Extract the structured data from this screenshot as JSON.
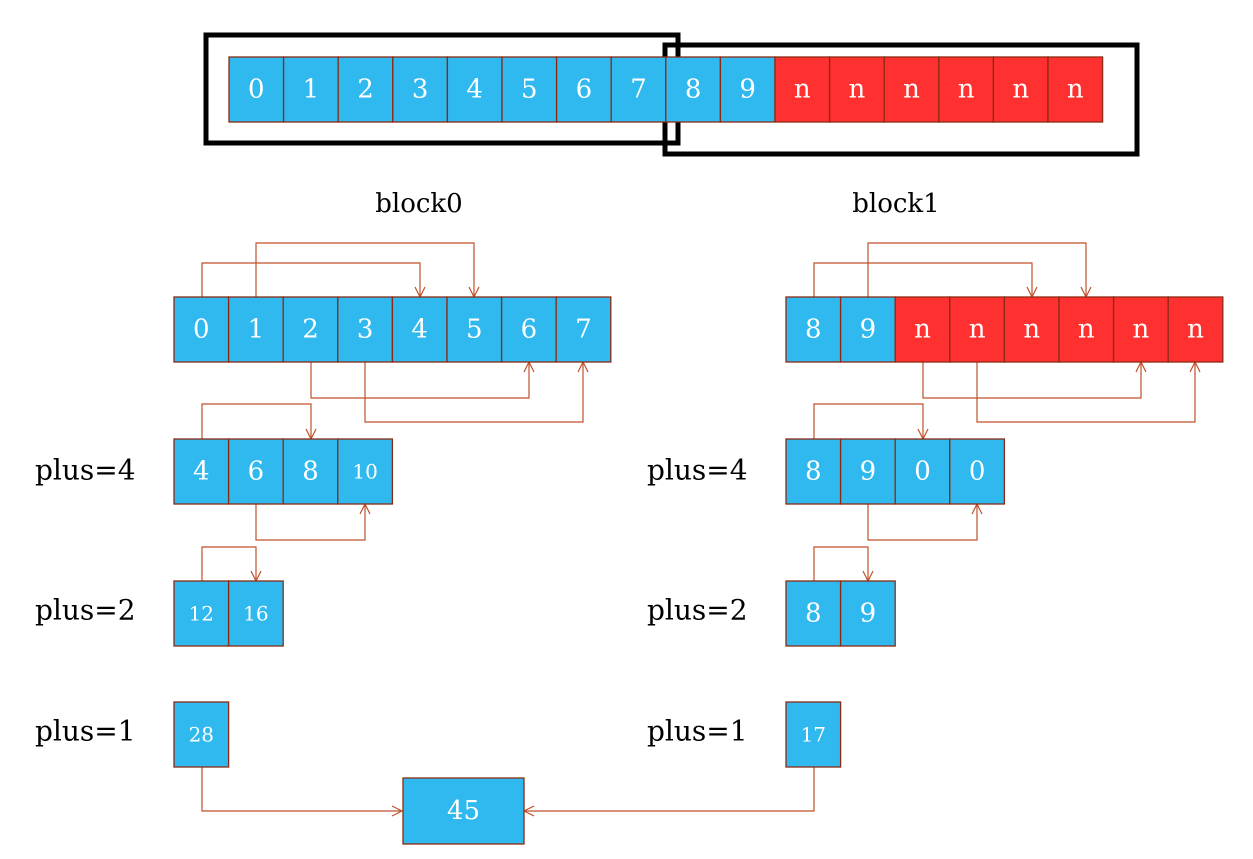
{
  "colors": {
    "filled": "#2fb9ef",
    "padding": "#ff3030",
    "cell_border": "#8b2a12",
    "arrow": "#c0502a",
    "frame": "#000000"
  },
  "input_array": [
    "0",
    "1",
    "2",
    "3",
    "4",
    "5",
    "6",
    "7",
    "8",
    "9",
    "n",
    "n",
    "n",
    "n",
    "n",
    "n"
  ],
  "input_kinds": [
    "v",
    "v",
    "v",
    "v",
    "v",
    "v",
    "v",
    "v",
    "v",
    "v",
    "p",
    "p",
    "p",
    "p",
    "p",
    "p"
  ],
  "blocks": [
    {
      "title": "block0",
      "row0": [
        "0",
        "1",
        "2",
        "3",
        "4",
        "5",
        "6",
        "7"
      ],
      "row0_kinds": [
        "v",
        "v",
        "v",
        "v",
        "v",
        "v",
        "v",
        "v"
      ],
      "steps": [
        {
          "label": "plus=4",
          "values": [
            "4",
            "6",
            "8",
            "10"
          ]
        },
        {
          "label": "plus=2",
          "values": [
            "12",
            "16"
          ]
        },
        {
          "label": "plus=1",
          "values": [
            "28"
          ]
        }
      ]
    },
    {
      "title": "block1",
      "row0": [
        "8",
        "9",
        "n",
        "n",
        "n",
        "n",
        "n",
        "n"
      ],
      "row0_kinds": [
        "v",
        "v",
        "p",
        "p",
        "p",
        "p",
        "p",
        "p"
      ],
      "steps": [
        {
          "label": "plus=4",
          "values": [
            "8",
            "9",
            "0",
            "0"
          ]
        },
        {
          "label": "plus=2",
          "values": [
            "8",
            "9"
          ]
        },
        {
          "label": "plus=1",
          "values": [
            "17"
          ]
        }
      ]
    }
  ],
  "result": "45"
}
